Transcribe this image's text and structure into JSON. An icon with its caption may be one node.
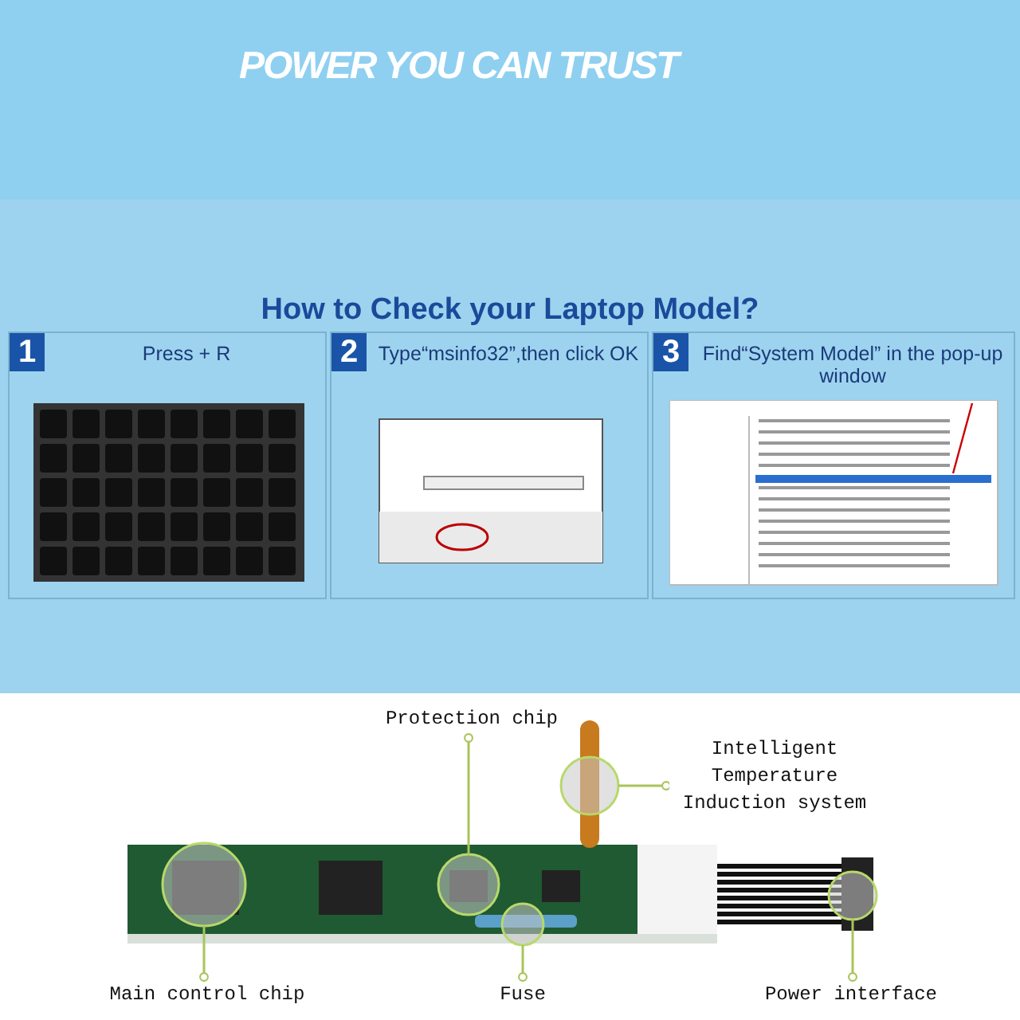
{
  "diagram": {
    "title": "How to Check your Laptop Model?",
    "nodes": [
      {
        "text": [
          "1",
          "Press + R"
        ]
      },
      {
        "text": [
          "2",
          "Type“msinfo32”,then click OK"
        ]
      },
      {
        "text": [
          "3",
          "Find“System Model” in the pop-up window"
        ]
      },
      {
        "text": [
          "Protection chip"
        ]
      },
      {
        "text": [],
        "shape": "picture"
      },
      {
        "text": [
          "Intelligent Temperature Induction system"
        ]
      },
      {
        "text": [],
        "shape": "picture"
      },
      {
        "text": [
          "Main control chip"
        ]
      },
      {
        "text": [],
        "shape": "picture"
      },
      {
        "text": [
          "Fuse"
        ]
      },
      {
        "text": [],
        "shape": "picture"
      },
      {
        "text": [
          "Power interface"
        ]
      },
      {
        "text": [],
        "shape": "picture"
      }
    ],
    "edges": [
      {
        "from": 3,
        "to": 4,
        "arrow": "other"
      },
      {
        "from": 5,
        "to": 6,
        "arrow": "other"
      },
      {
        "from": 7,
        "to": 8,
        "arrow": "other"
      },
      {
        "from": 9,
        "to": 10,
        "arrow": "other"
      },
      {
        "from": 11,
        "to": 12,
        "arrow": "other"
      }
    ],
    "labels": [
      "POWER YOU CAN TRUST"
    ]
  }
}
